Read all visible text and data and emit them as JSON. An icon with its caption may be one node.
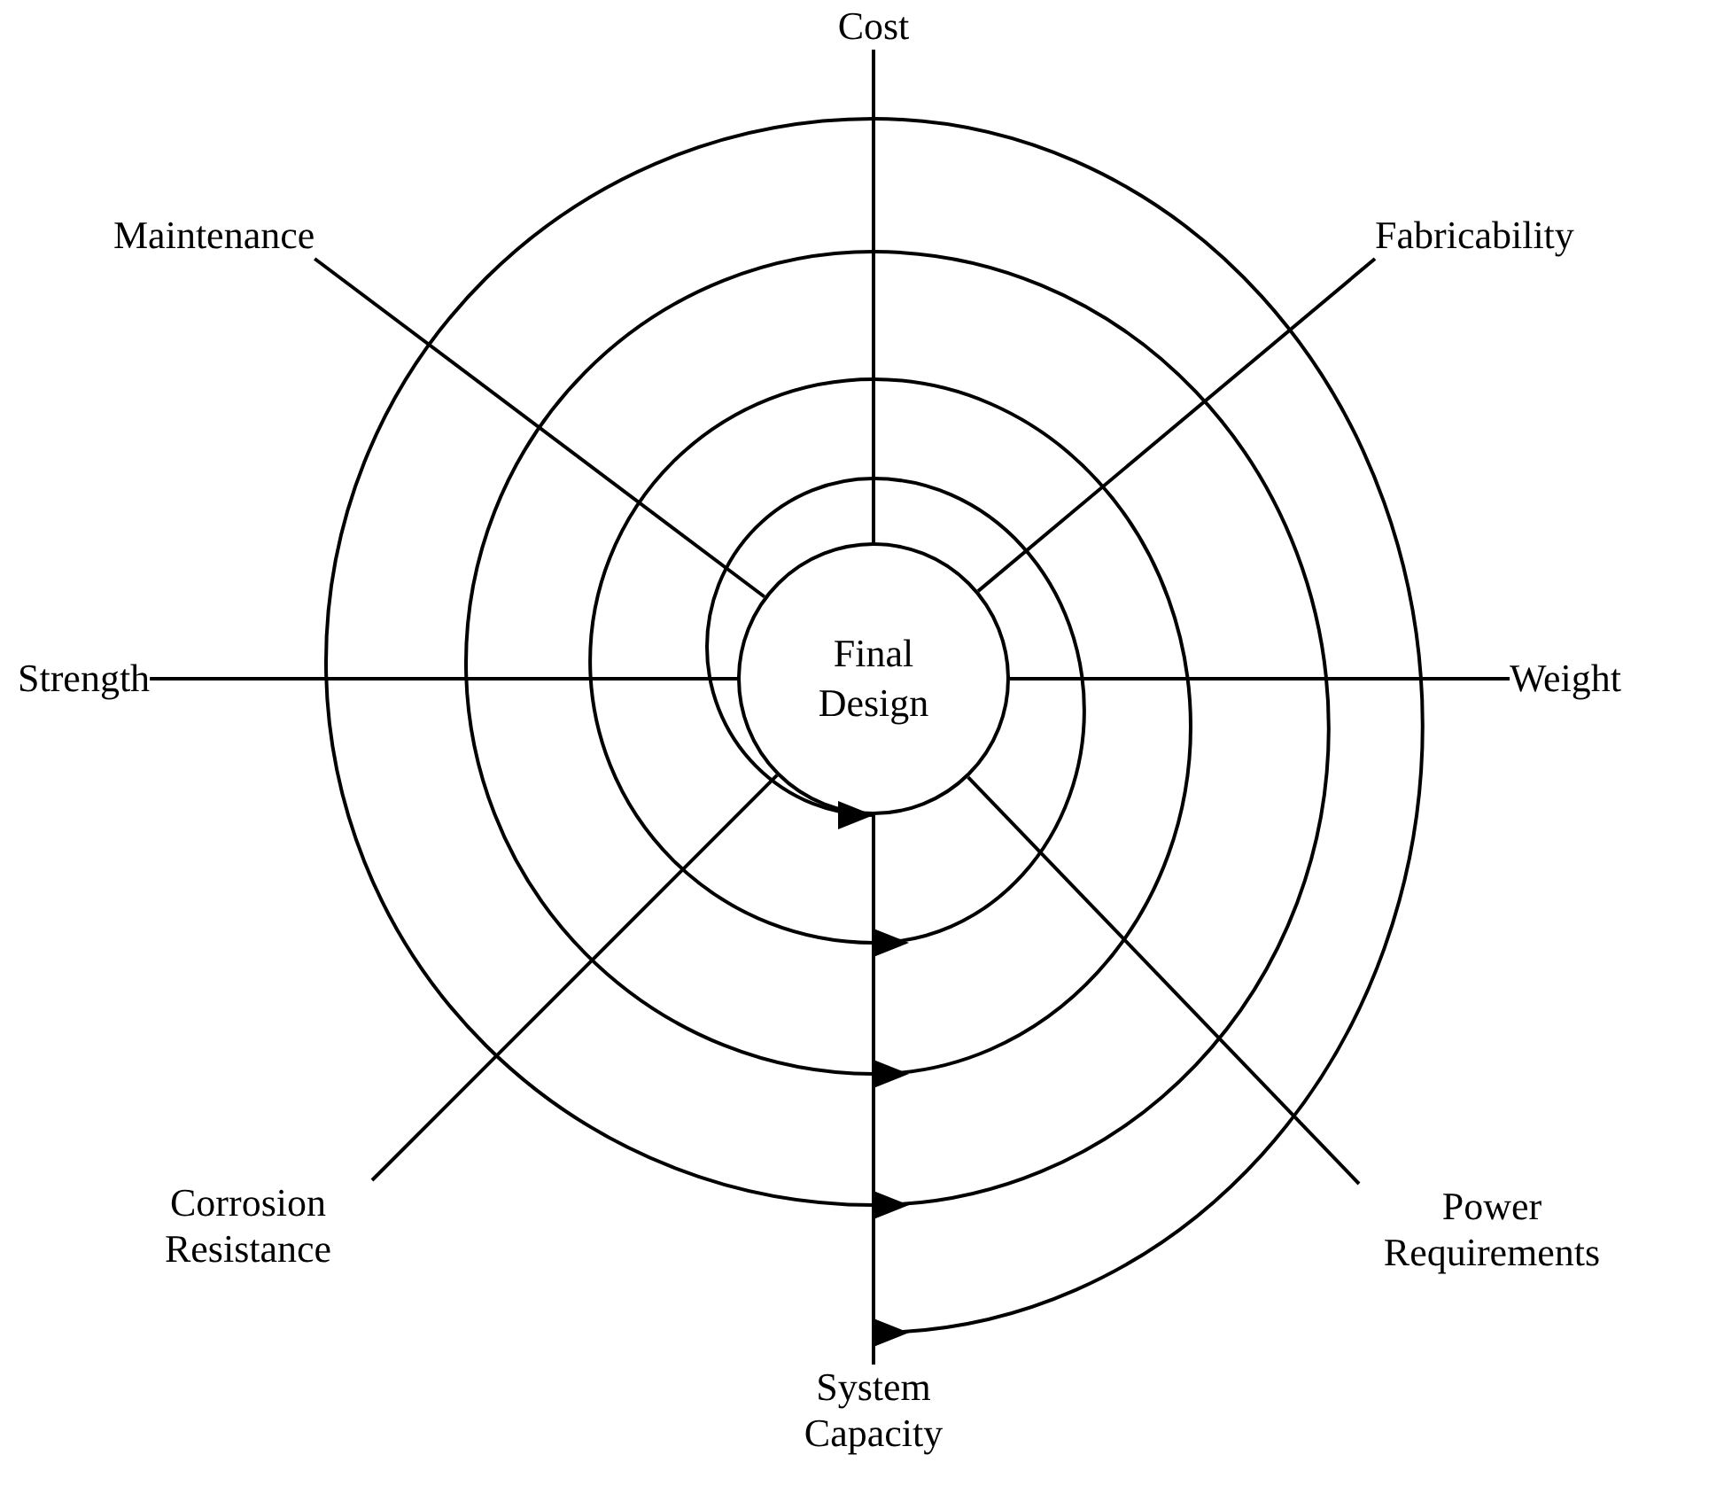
{
  "diagram": {
    "nodes": [
      {
        "text": [
          "Cost"
        ]
      },
      {
        "text": [
          "Maintenance"
        ]
      },
      {
        "text": [
          "Fabricability"
        ]
      },
      {
        "text": [
          "Final Design"
        ]
      },
      {
        "text": [
          "Strength"
        ]
      },
      {
        "text": [
          "Weight"
        ]
      },
      {
        "text": [
          "Corrosion Resistance"
        ]
      },
      {
        "text": [
          "Power Requirements"
        ]
      },
      {
        "text": [
          "System Capacity"
        ]
      }
    ],
    "edges": [
      {
        "from": 0,
        "to": 3,
        "arrow": "none"
      },
      {
        "from": 1,
        "to": 3,
        "arrow": "none"
      },
      {
        "from": 2,
        "to": 3,
        "arrow": "none"
      },
      {
        "from": 4,
        "to": 3,
        "arrow": "none"
      },
      {
        "from": 5,
        "to": 3,
        "arrow": "none"
      },
      {
        "from": 6,
        "to": 3,
        "arrow": "none"
      },
      {
        "from": 7,
        "to": 3,
        "arrow": "none"
      },
      {
        "from": 8,
        "to": 3,
        "arrow": "none"
      },
      {
        "from": 8,
        "to": 3,
        "arrow": "to"
      }
    ]
  }
}
